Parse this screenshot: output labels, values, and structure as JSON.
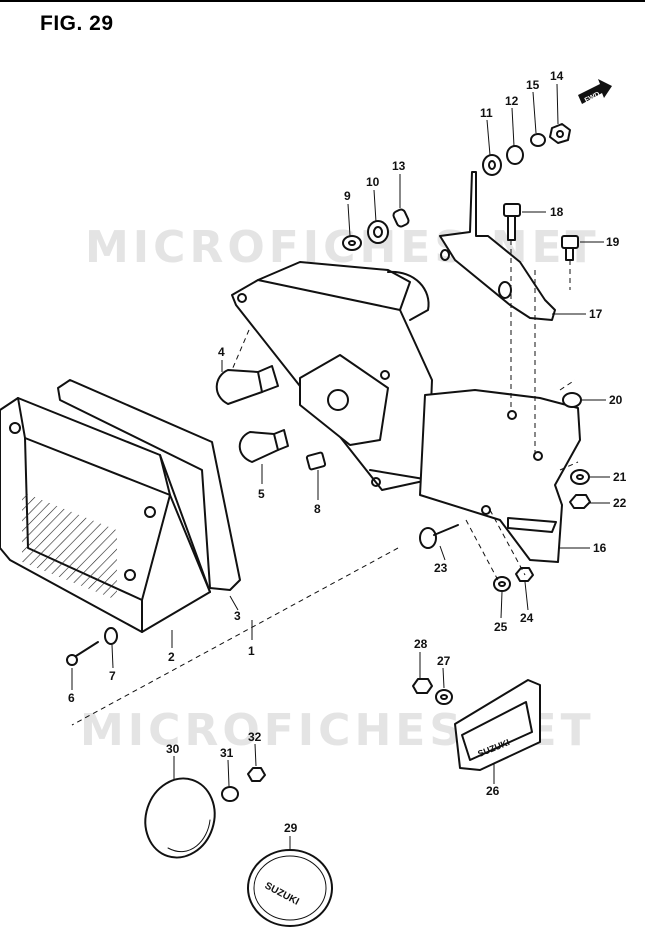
{
  "figure": {
    "title": "FIG. 29"
  },
  "watermark": {
    "text": "MICROFICHES.NET"
  },
  "direction_tag": {
    "text": "FWD"
  },
  "callouts": [
    "1",
    "2",
    "3",
    "4",
    "5",
    "6",
    "7",
    "8",
    "9",
    "10",
    "11",
    "12",
    "13",
    "14",
    "15",
    "16",
    "17",
    "18",
    "19",
    "20",
    "21",
    "22",
    "23",
    "24",
    "25",
    "26",
    "27",
    "28",
    "29",
    "30",
    "31",
    "32"
  ],
  "plate_logo": {
    "text": "SUZUKI"
  },
  "colors": {
    "ink": "#111111",
    "background": "#ffffff",
    "watermark": "#e4e4e4"
  }
}
